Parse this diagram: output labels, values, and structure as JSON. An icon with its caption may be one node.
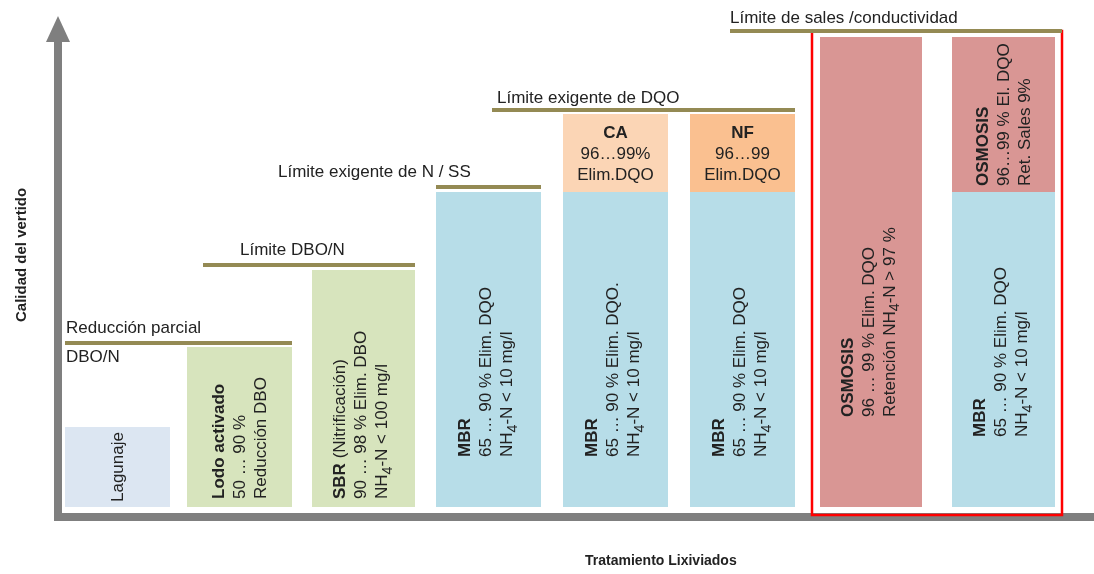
{
  "diagram": {
    "nodes": [
      {
        "text": [
          "Lagunaje"
        ]
      },
      {
        "text": [
          "Lodo activado",
          "50 … 90 %",
          "Reducción DBO"
        ]
      },
      {
        "text": [
          "**SBR** (Nitrificación)",
          "90 … 98 % Elim. DBO",
          "NH$_{4}$-N < 100 mg/l"
        ]
      },
      {
        "text": [
          "MBR",
          "65 … 90 % Elim. DQO",
          "NH$_{4}$-N < 10 mg/l"
        ]
      },
      {
        "text": [
          "CA",
          "96…99%",
          "Elim.DQO"
        ]
      },
      {
        "text": [
          "MBR",
          "65 … 90 % Elim. DQO.",
          "NH$_{4}$-N < 10 mg/l"
        ]
      },
      {
        "text": [
          "NF",
          "96…99",
          "Elim.DQO"
        ]
      },
      {
        "text": [
          "MBR",
          "65 … 90 % Elim. DQO",
          "NH$_{4}$-N < 10 mg/l"
        ]
      },
      {
        "text": [
          "OSMOSIS",
          "96 … 99 % Elim. DQO",
          "Retención NH$_{4}$-N  > 97 %"
        ]
      },
      {
        "text": [
          "OSMOSIS",
          "96…99 % El. DQO",
          "Ret. Sales 9%"
        ]
      },
      {
        "text": [
          "MBR",
          "65 … 90 % Elim. DQO",
          "NH$_{4}$-N < 10 mg/l"
        ]
      }
    ],
    "edges": [],
    "labels": [
      "Límite de sales /conductividad",
      "Límite exigente de DQO",
      "Límite exigente de N / SS",
      "Límite DBO/N",
      "Reducción parcial",
      "DBO/N",
      "Calidad del vertido",
      "Tratamiento Lixiviados"
    ]
  }
}
